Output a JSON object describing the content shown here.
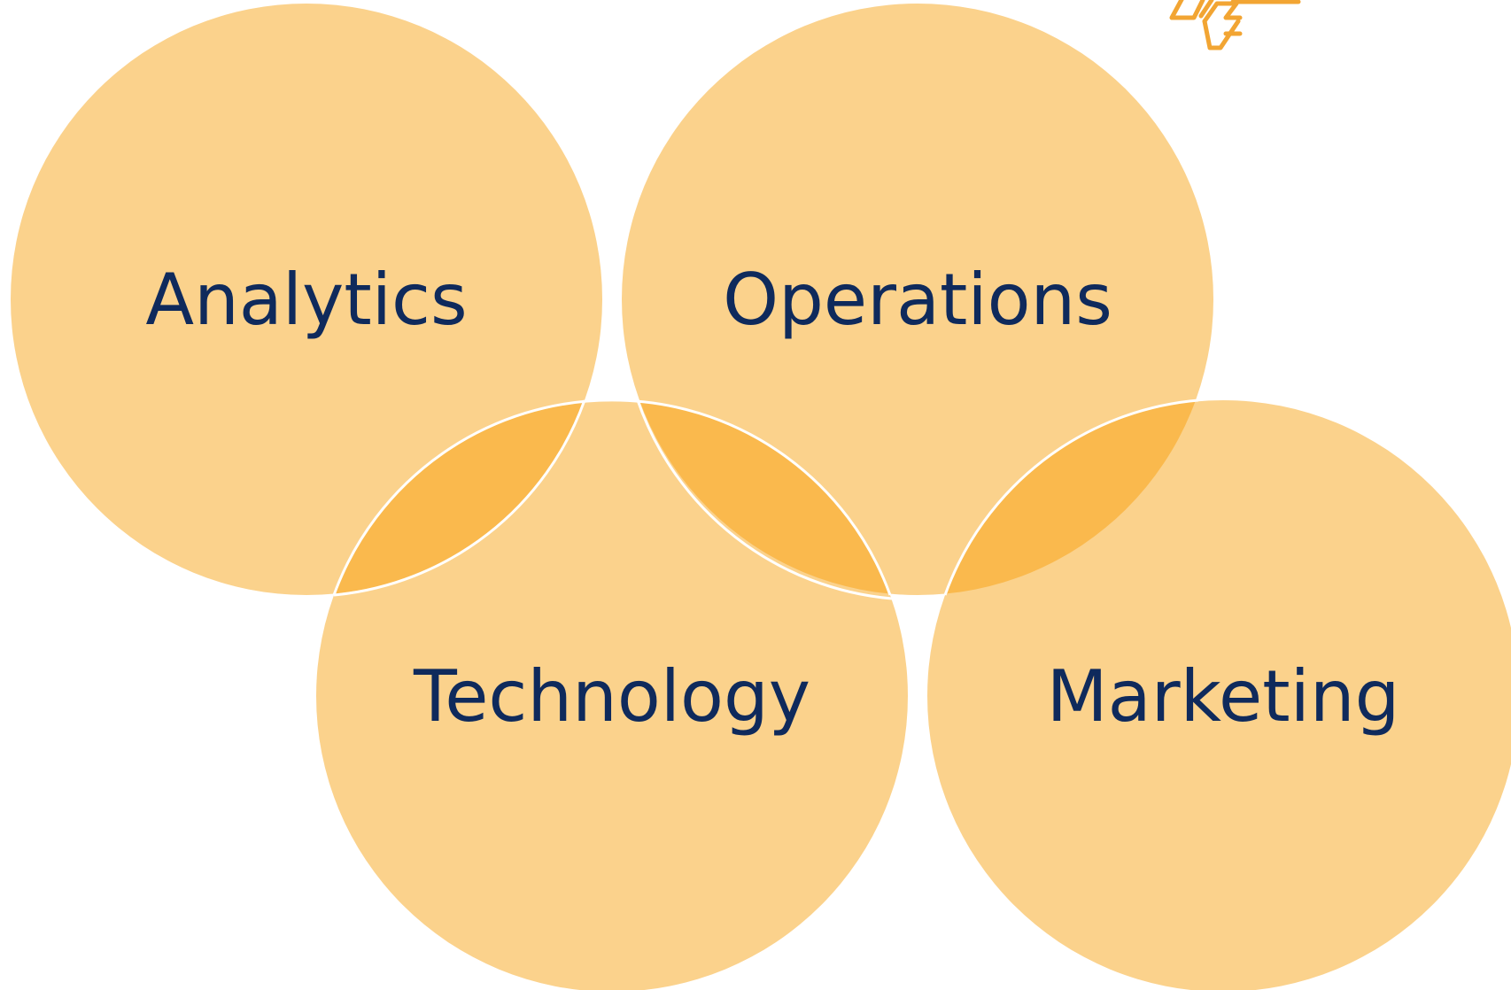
{
  "diagram": {
    "circles": [
      {
        "label": "Analytics"
      },
      {
        "label": "Operations"
      },
      {
        "label": "Technology"
      },
      {
        "label": "Marketing"
      }
    ]
  },
  "colors": {
    "background": "#ffffff",
    "circle_fill": "#fbd28c",
    "overlap_fill": "#fab94d",
    "label_text": "#0f2a5c",
    "outline": "#ffffff",
    "logo": "#f2a533"
  },
  "logo": {
    "icon": "brand-logo-icon"
  }
}
